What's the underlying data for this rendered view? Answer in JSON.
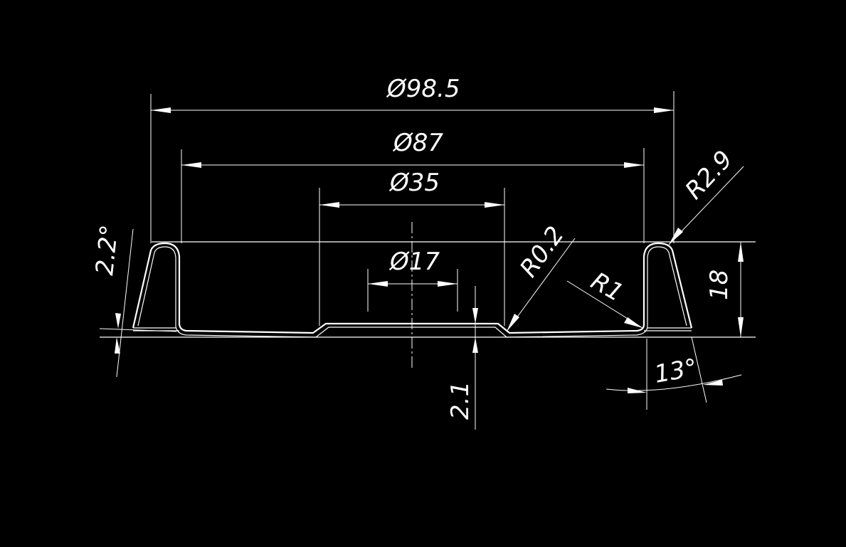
{
  "drawing": {
    "background": "#000000",
    "line_color": "#ffffff",
    "dimensions": {
      "dia_98_5": "Ø98.5",
      "dia_87": "Ø87",
      "dia_35": "Ø35",
      "dia_17": "Ø17",
      "radius_2_9": "R2.9",
      "radius_0_2": "R0.2",
      "radius_1": "R1",
      "height_18": "18",
      "depth_2_1": "2.1",
      "angle_2_2": "2.2°",
      "angle_13": "13°"
    }
  }
}
